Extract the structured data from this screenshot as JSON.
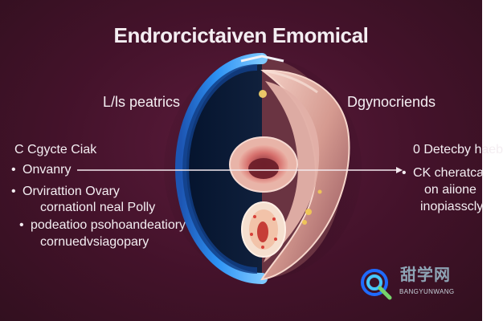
{
  "title": "Endrorcictaiven Emomical",
  "labels": {
    "left": "L/ls peatrics",
    "right": "Dgynocriends"
  },
  "left_list": [
    {
      "bullet": "",
      "text": "C Cgycte Ciak"
    },
    {
      "bullet": "•",
      "text": "Onvanry"
    },
    {
      "bullet": "•",
      "text": "Orvirattion Ovary"
    },
    {
      "bullet": "",
      "text": "cornationl neal Polly"
    },
    {
      "bullet": "•",
      "text": "podeatioo psohoandeatiory"
    },
    {
      "bullet": "",
      "text": "cornuedvsiagopary"
    }
  ],
  "right_list": [
    {
      "bullet": "",
      "text": "0 Detecby haeb"
    },
    {
      "bullet": "•",
      "text": "CK cheratca"
    },
    {
      "bullet": "",
      "text": "on aiione"
    },
    {
      "bullet": "",
      "text": "inopiasscly"
    }
  ],
  "watermark": {
    "brand": "甜学网",
    "sub": "BANGYUNWANG"
  },
  "colors": {
    "background": "#43122a",
    "outer_ring": "#2d92f4",
    "inner_ring": "#67b8ff",
    "tissue_outer": "#dba394",
    "tissue_inner": "#f1c8bb",
    "core": "#5a1d28",
    "accent": "#f4d56d"
  }
}
